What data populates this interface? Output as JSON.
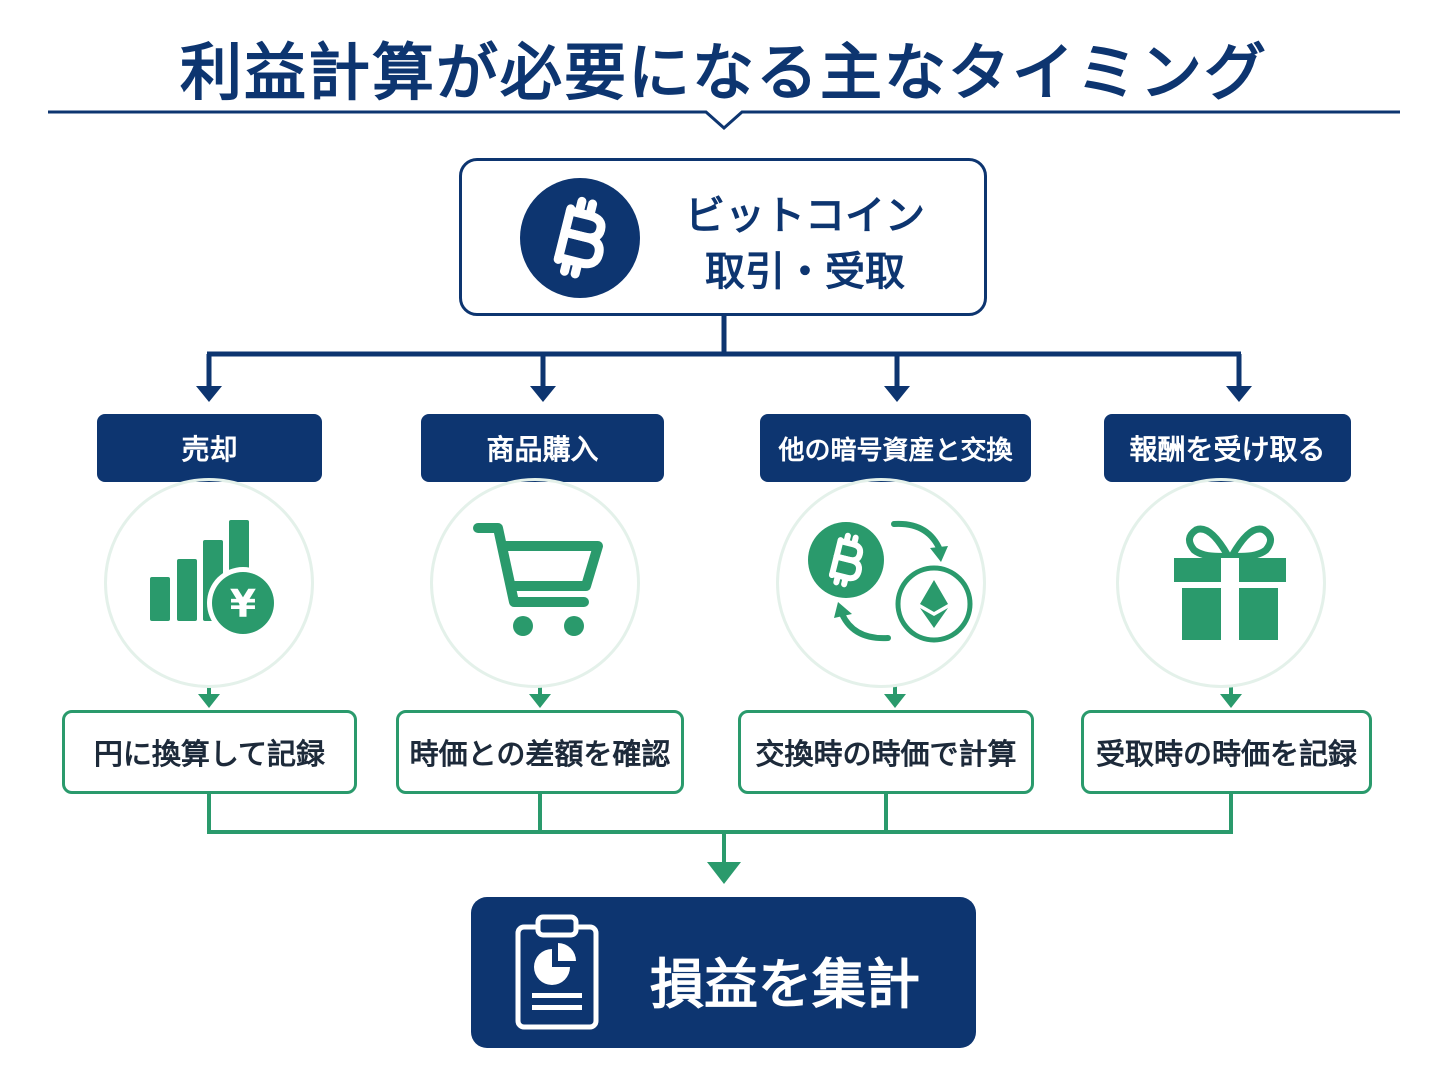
{
  "title": "利益計算が必要になる主なタイミング",
  "top": {
    "line1": "ビットコイン",
    "line2": "取引・受取"
  },
  "categories": [
    {
      "label": "売却",
      "icon": "chart-yen-icon",
      "step": "円に換算して記録"
    },
    {
      "label": "商品購入",
      "icon": "shopping-cart-icon",
      "step": "時価との差額を確認"
    },
    {
      "label": "他の暗号資産と交換",
      "icon": "crypto-exchange-icon",
      "step": "交換時の時価で計算"
    },
    {
      "label": "報酬を受け取る",
      "icon": "gift-icon",
      "step": "受取時の時価を記録"
    }
  ],
  "final": {
    "label": "損益を集計",
    "icon": "clipboard-report-icon"
  },
  "colors": {
    "navy": "#0d3570",
    "green": "#2a9a6c",
    "circle": "#e4f1ea"
  }
}
